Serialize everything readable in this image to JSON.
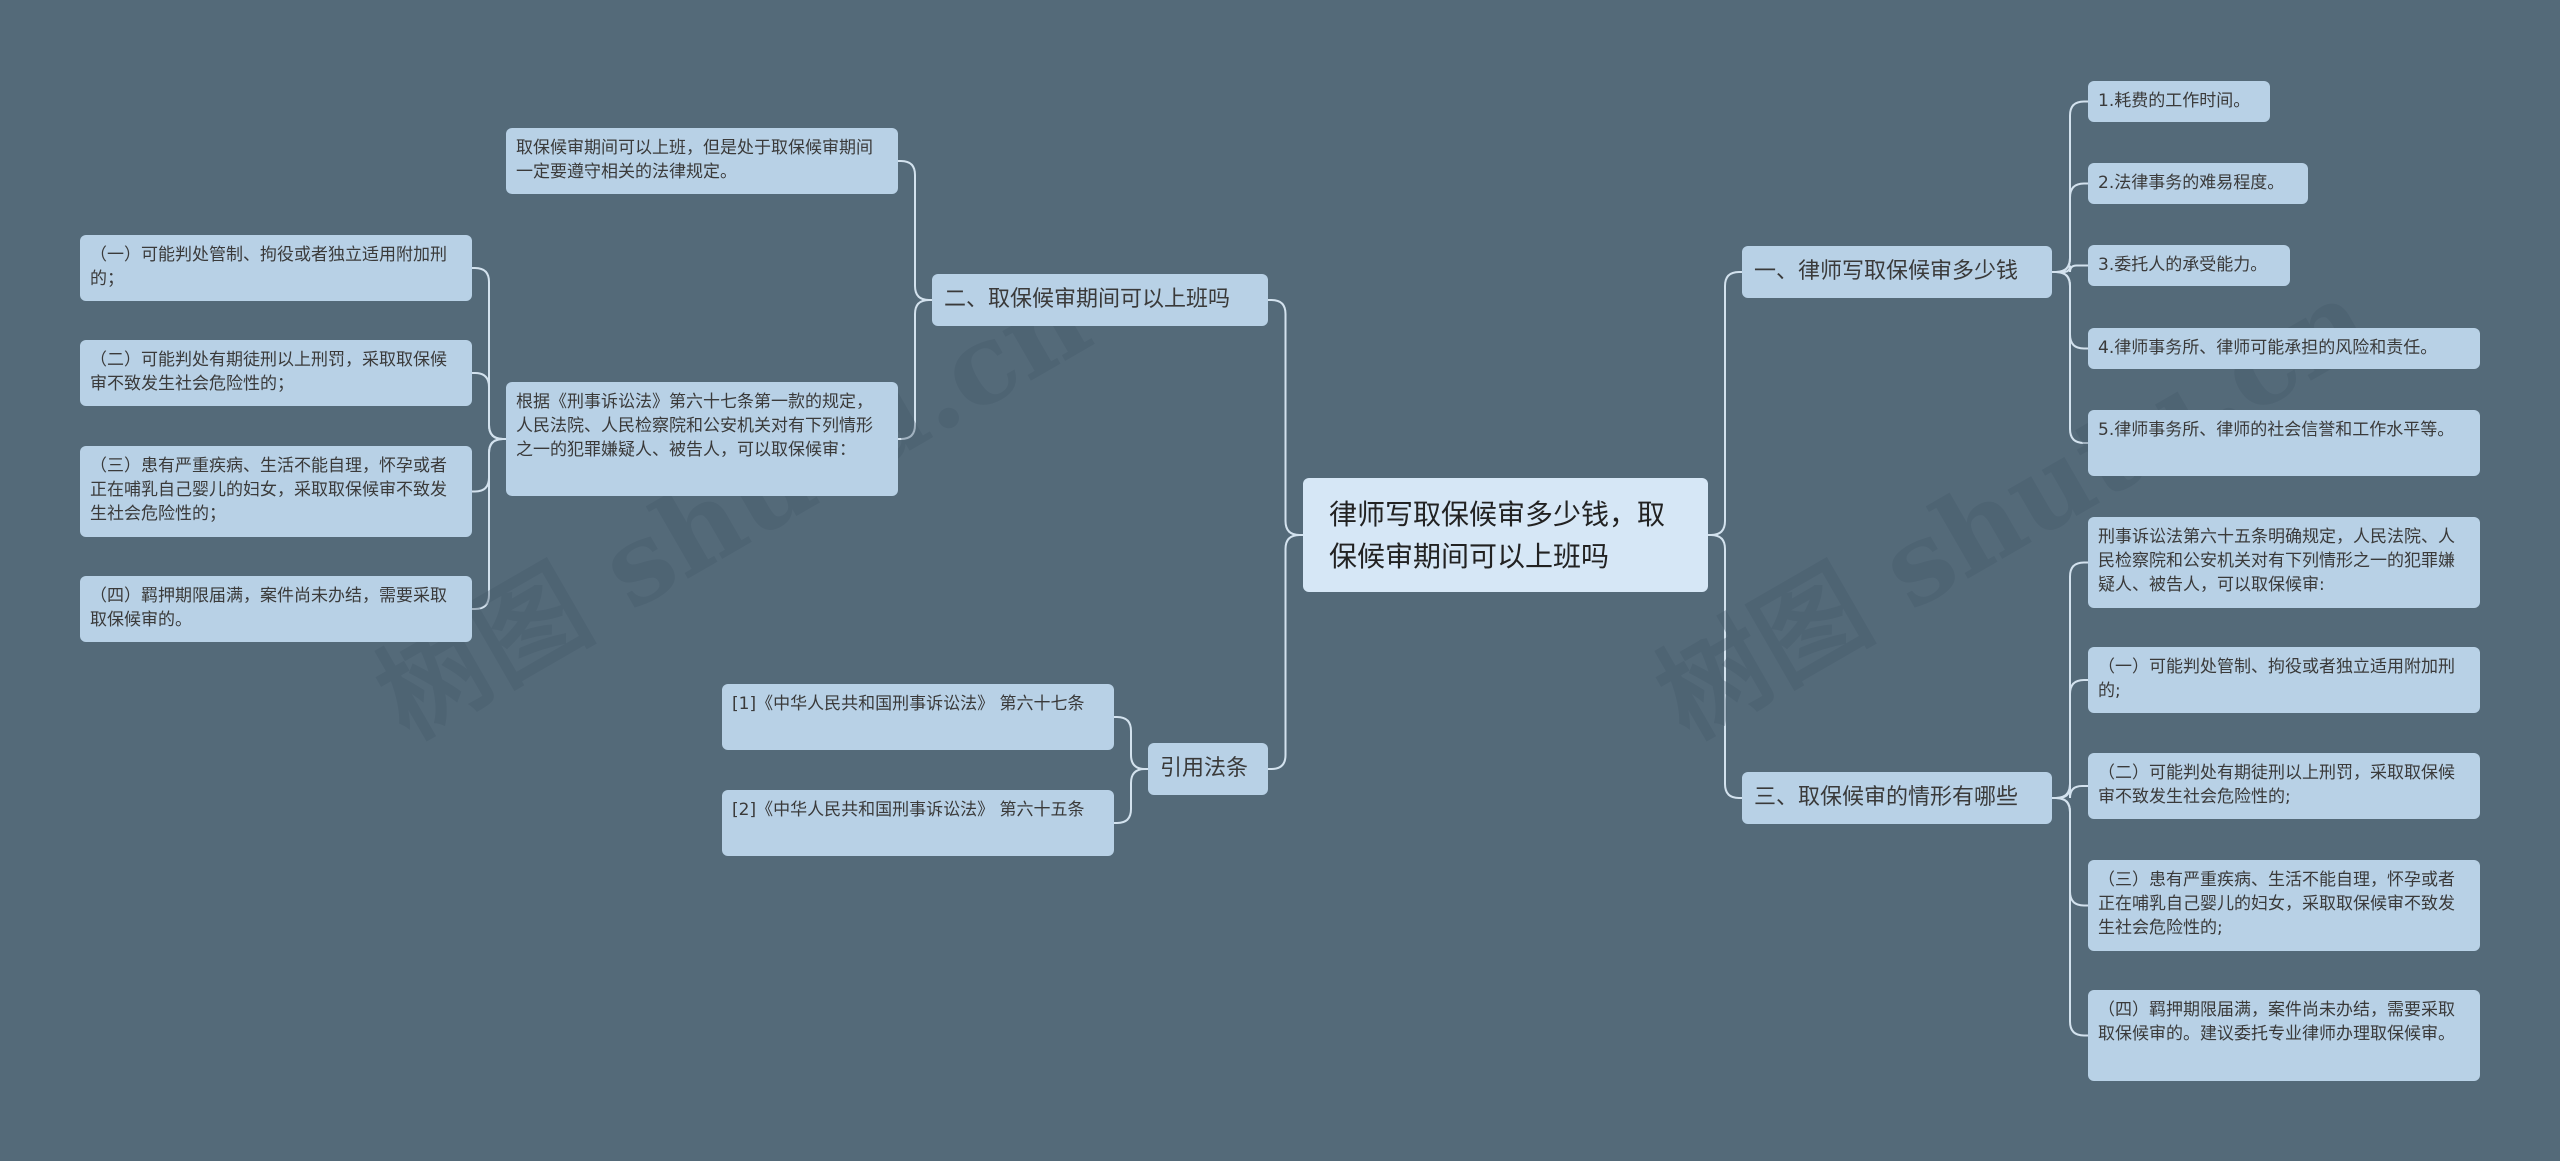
{
  "colors": {
    "background": "#546a79",
    "node": "#b8d1e6",
    "root": "#d6e7f6",
    "line": "#d3e2ee"
  },
  "watermark": "树图 shutu.cn",
  "root": {
    "text": "律师写取保候审多少钱，取保候审期间可以上班吗"
  },
  "branches": {
    "fee": {
      "title": "一、律师写取保候审多少钱",
      "items": [
        "1.耗费的工作时间。",
        "2.法律事务的难易程度。",
        "3.委托人的承受能力。",
        "4.律师事务所、律师可能承担的风险和责任。",
        "5.律师事务所、律师的社会信誉和工作水平等。"
      ]
    },
    "work": {
      "title": "二、取保候审期间可以上班吗",
      "answer": "取保候审期间可以上班，但是处于取保候审期间一定要遵守相关的法律规定。",
      "basis": "根据《刑事诉讼法》第六十七条第一款的规定，人民法院、人民检察院和公安机关对有下列情形之一的犯罪嫌疑人、被告人，可以取保候审：",
      "items": [
        "（一）可能判处管制、拘役或者独立适用附加刑的；",
        "（二）可能判处有期徒刑以上刑罚，采取取保候审不致发生社会危险性的；",
        "（三）患有严重疾病、生活不能自理，怀孕或者正在哺乳自己婴儿的妇女，采取取保候审不致发生社会危险性的；",
        "（四）羁押期限届满，案件尚未办结，需要采取取保候审的。"
      ]
    },
    "cases": {
      "title": "三、取保候审的情形有哪些",
      "items": [
        "刑事诉讼法第六十五条明确规定，人民法院、人民检察院和公安机关对有下列情形之一的犯罪嫌疑人、被告人，可以取保候审:",
        "（一）可能判处管制、拘役或者独立适用附加刑的;",
        "（二）可能判处有期徒刑以上刑罚，采取取保候审不致发生社会危险性的;",
        "（三）患有严重疾病、生活不能自理，怀孕或者正在哺乳自己婴儿的妇女，采取取保候审不致发生社会危险性的;",
        "（四）羁押期限届满，案件尚未办结，需要采取取保候审的。建议委托专业律师办理取保候审。"
      ]
    },
    "law": {
      "title": "引用法条",
      "items": [
        "[1]《中华人民共和国刑事诉讼法》 第六十七条",
        "[2]《中华人民共和国刑事诉讼法》 第六十五条"
      ]
    }
  }
}
